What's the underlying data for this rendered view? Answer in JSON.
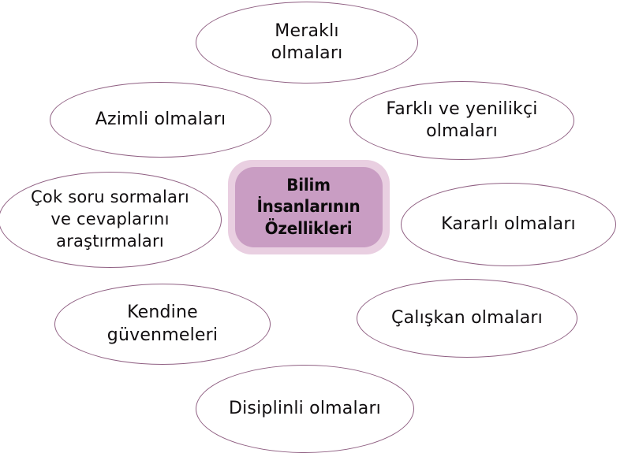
{
  "diagram": {
    "type": "mind-map",
    "title": "Bilim İnsanlarının Özellikleri",
    "center": {
      "label": "Bilim\nİnsanlarının\nÖzellikleri",
      "fill_color": "#c99dc3",
      "frame_color": "#e9cfe1",
      "text_color": "#0d0b0c"
    },
    "style": {
      "ellipse_stroke": "#8f5f82",
      "ellipse_fill": "#ffffff",
      "background": "#ffffff",
      "label_color": "#110e10"
    },
    "nodes": [
      {
        "id": "meraklı",
        "label": "Meraklı\nolmaları",
        "position": "top"
      },
      {
        "id": "farkli-yenilikci",
        "label": "Farklı ve yenilikçi\nolmaları",
        "position": "top-right"
      },
      {
        "id": "kararli",
        "label": "Kararlı olmaları",
        "position": "right"
      },
      {
        "id": "caliskan",
        "label": "Çalışkan olmaları",
        "position": "bottom-right"
      },
      {
        "id": "disiplinli",
        "label": "Disiplinli olmaları",
        "position": "bottom"
      },
      {
        "id": "kendine-guven",
        "label": "Kendine\ngüvenmeleri",
        "position": "bottom-left"
      },
      {
        "id": "cok-soru",
        "label": "Çok soru sormaları\nve cevaplarını\naraştırmaları",
        "position": "left"
      },
      {
        "id": "azimli",
        "label": "Azimli olmaları",
        "position": "top-left"
      }
    ]
  }
}
